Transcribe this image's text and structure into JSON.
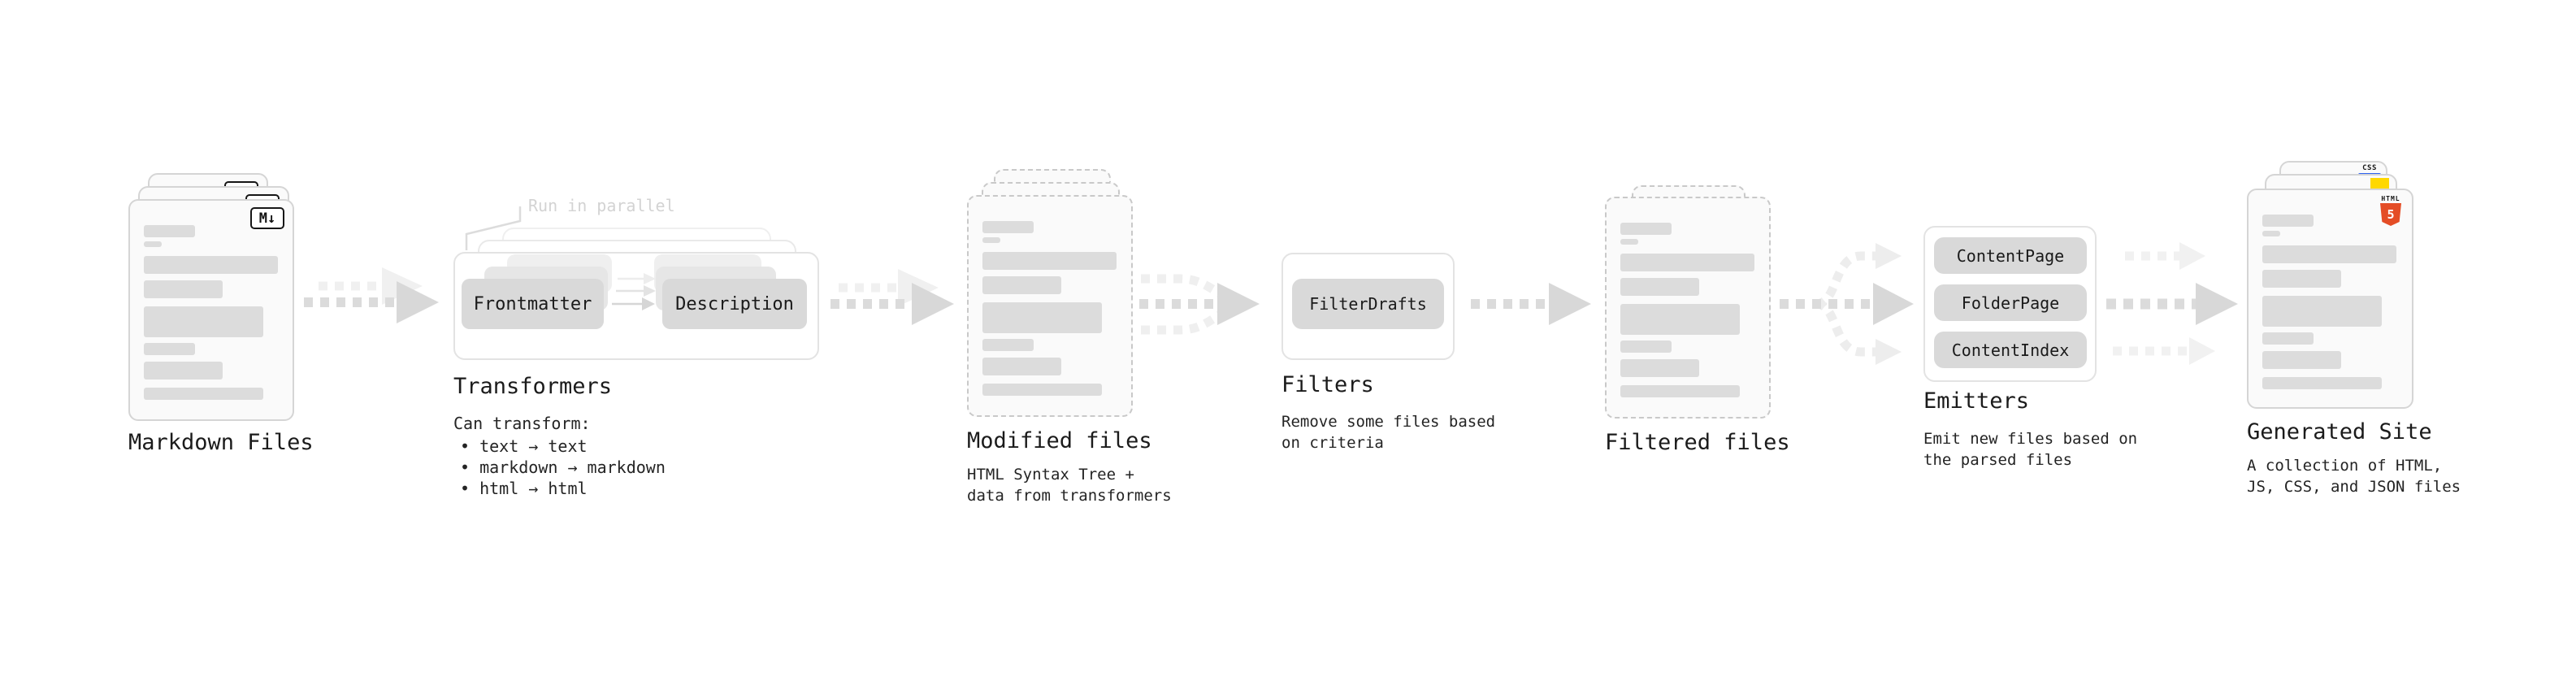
{
  "stages": {
    "markdown": {
      "label": "Markdown Files",
      "badge": "M↓"
    },
    "transformers": {
      "label": "Transformers",
      "annotation": "Run in parallel",
      "pills": [
        "Frontmatter",
        "Description"
      ],
      "note_title": "Can transform:",
      "bullets": [
        "• text → text",
        "• markdown → markdown",
        "• html → html"
      ]
    },
    "modified": {
      "label": "Modified files",
      "sub": [
        "HTML Syntax Tree +",
        "data from transformers"
      ]
    },
    "filters": {
      "label": "Filters",
      "pills": [
        "FilterDrafts"
      ],
      "sub": [
        "Remove some files based",
        "on criteria"
      ]
    },
    "filtered": {
      "label": "Filtered files"
    },
    "emitters": {
      "label": "Emitters",
      "pills": [
        "ContentPage",
        "FolderPage",
        "ContentIndex"
      ],
      "sub": [
        "Emit new files based on",
        "the parsed files"
      ]
    },
    "generated": {
      "label": "Generated Site",
      "sub": [
        "A collection of HTML,",
        "JS, CSS, and JSON files"
      ],
      "badges": {
        "css_label": "CSS",
        "html_label": "HTML",
        "html_number": "5"
      }
    }
  },
  "colors": {
    "doc_bg": "#fafafa",
    "doc_border": "#d5d5d5",
    "bar": "#dcdcdc",
    "pill_bg": "#d9d9d9",
    "arrow_dark": "#d8d8d8",
    "arrow_ghost": "#efefef",
    "text": "#1b1b1b",
    "muted_annotation": "#d3d3d3",
    "accent_html5": "#e44d26",
    "accent_js": "#ffd800",
    "accent_css": "#2d62f0"
  }
}
